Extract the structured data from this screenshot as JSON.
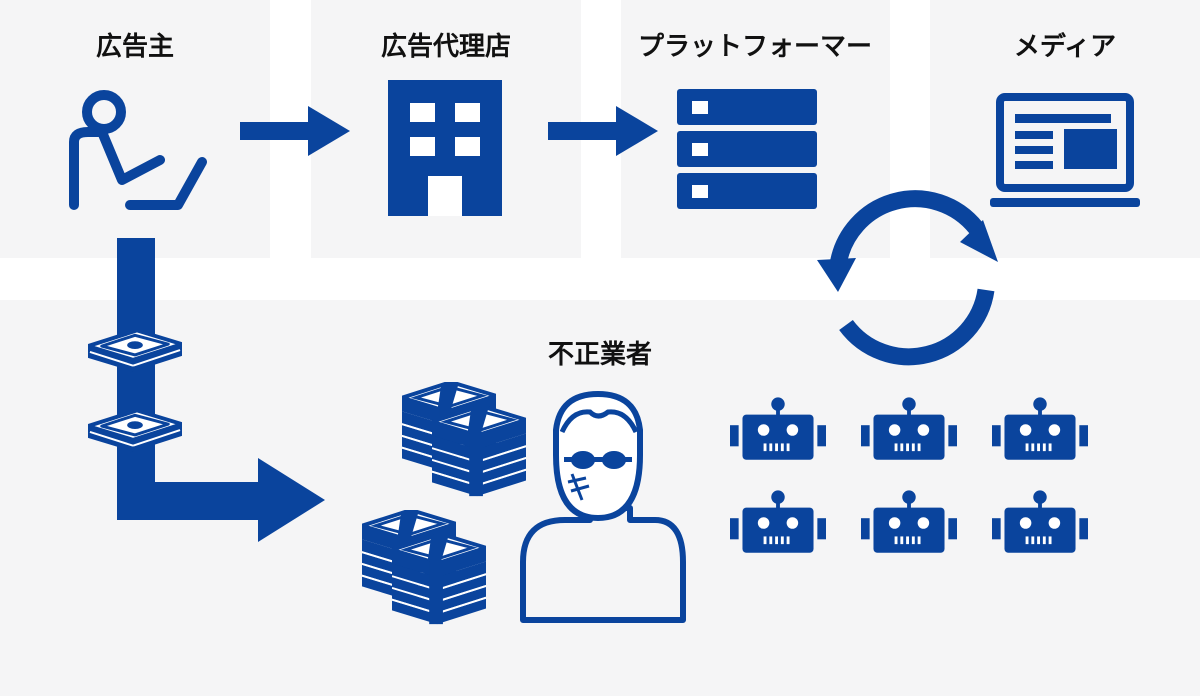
{
  "colors": {
    "accent": "#0a449d",
    "panel_bg": "#f5f5f6",
    "page_bg": "#ffffff",
    "text": "#111111"
  },
  "nodes": {
    "advertiser": {
      "label": "広告主",
      "icon": "person-laptop-icon"
    },
    "agency": {
      "label": "広告代理店",
      "icon": "office-building-icon"
    },
    "platformer": {
      "label": "プラットフォーマー",
      "icon": "server-stack-icon"
    },
    "media": {
      "label": "メディア",
      "icon": "laptop-webpage-icon"
    },
    "fraudster": {
      "label": "不正業者",
      "icon": "sunglasses-man-icon"
    }
  },
  "flows": [
    {
      "from": "advertiser",
      "to": "agency",
      "icon": "arrow-right-icon"
    },
    {
      "from": "agency",
      "to": "platformer",
      "icon": "arrow-right-icon"
    },
    {
      "from": "advertiser",
      "to": "fraudster",
      "icon": "money-flow-arrow-icon"
    },
    {
      "between": [
        "media",
        "bots"
      ],
      "icon": "cycle-arrows-icon"
    }
  ],
  "bots": {
    "count": 6,
    "icon": "robot-icon"
  },
  "money": {
    "icon": "banknote-stack-icon"
  }
}
